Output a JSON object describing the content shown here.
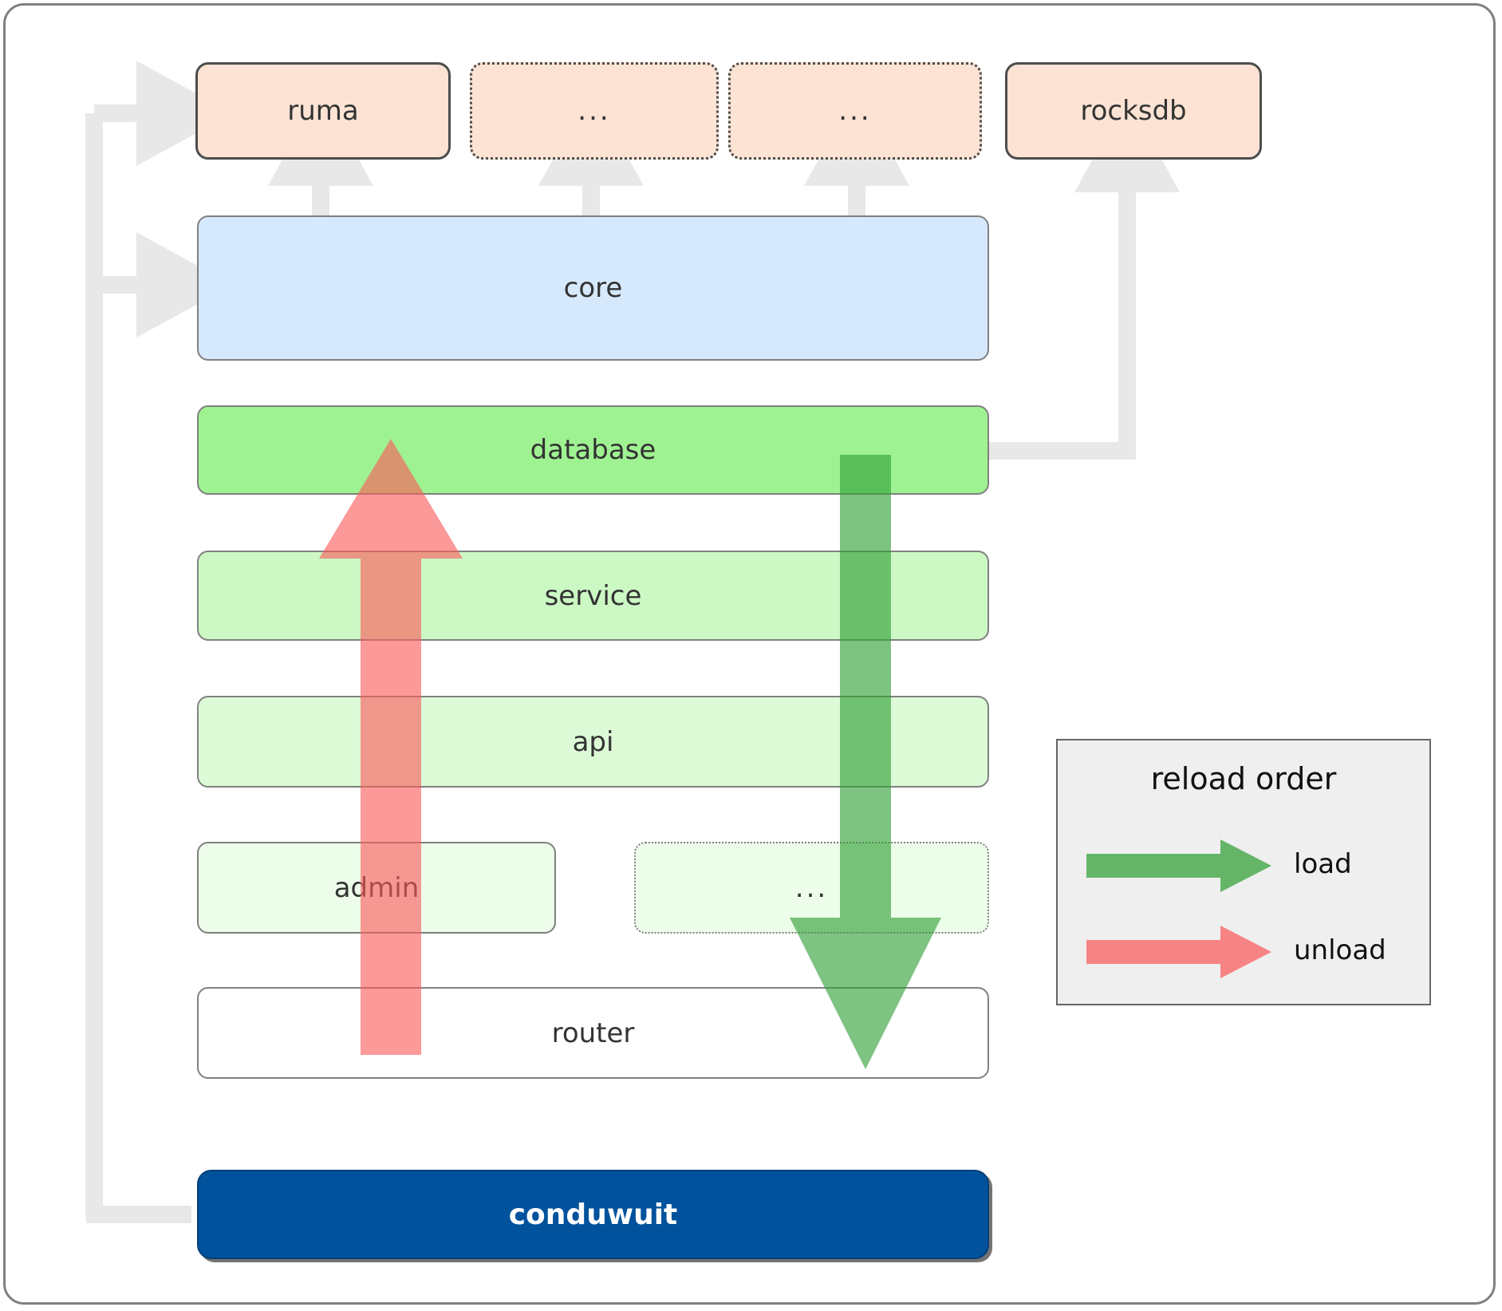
{
  "diagram": {
    "title": "conduwuit crate architecture / reload order",
    "colors": {
      "frame_border": "#808080",
      "dependency_fill": "#fce3d4",
      "dependency_border": "#4d4d4d",
      "core_fill": "#d6e8fb",
      "database_fill": "#9ff291",
      "service_fill": "#ccf8c4",
      "api_fill": "#ddfad7",
      "admin_fill": "#ecfde9",
      "router_fill": "#ffffff",
      "root_fill": "#00529c",
      "root_text": "#ffffff",
      "connector_gray": "#e8e8e8",
      "load_green": "#4caf50",
      "unload_red": "#fa7a7a",
      "legend_fill": "#efefef",
      "legend_border": "#666666",
      "crate_border": "#808080",
      "label_text": "#333333"
    },
    "dependencies": [
      {
        "id": "ruma",
        "label": "ruma",
        "style": "solid"
      },
      {
        "id": "dep-2",
        "label": "...",
        "style": "dotted"
      },
      {
        "id": "dep-3",
        "label": "...",
        "style": "dotted"
      },
      {
        "id": "rocksdb",
        "label": "rocksdb",
        "style": "solid"
      }
    ],
    "crates": [
      {
        "id": "core",
        "label": "core",
        "style": "solid",
        "fill": "#d6e8fb"
      },
      {
        "id": "database",
        "label": "database",
        "style": "solid",
        "fill": "#9ff291"
      },
      {
        "id": "service",
        "label": "service",
        "style": "solid",
        "fill": "#ccf8c4"
      },
      {
        "id": "api",
        "label": "api",
        "style": "solid",
        "fill": "#ddfad7"
      },
      {
        "id": "admin",
        "label": "admin",
        "style": "solid",
        "fill": "#ecfde9"
      },
      {
        "id": "extra",
        "label": "...",
        "style": "dotted",
        "fill": "#ecfde9"
      },
      {
        "id": "router",
        "label": "router",
        "style": "solid",
        "fill": "#ffffff"
      }
    ],
    "root": {
      "id": "conduwuit",
      "label": "conduwuit"
    },
    "legend": {
      "title": "reload order",
      "items": [
        {
          "id": "load",
          "label": "load",
          "color": "#4caf50"
        },
        {
          "id": "unload",
          "label": "unload",
          "color": "#fa7a7a"
        }
      ]
    },
    "flows": {
      "load": {
        "direction": "down",
        "from": "database",
        "to": "router",
        "color": "#4caf50"
      },
      "unload": {
        "direction": "up",
        "from": "router",
        "to": "database",
        "color": "#fa7a7a"
      }
    }
  }
}
